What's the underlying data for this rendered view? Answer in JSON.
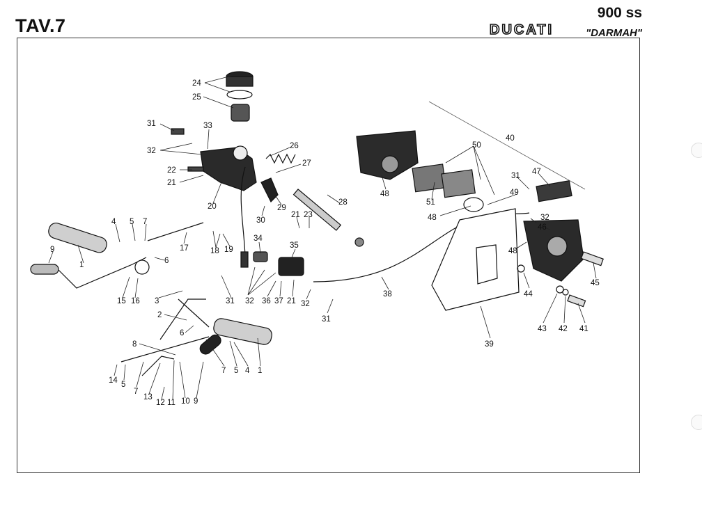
{
  "sheet": {
    "title": "TAV.7",
    "model_number": "900 ss",
    "brand": "DUCATI",
    "model_name": "\"DARMAH\""
  },
  "callouts": [
    {
      "id": "c24",
      "text": "24"
    },
    {
      "id": "c25",
      "text": "25"
    },
    {
      "id": "c31a",
      "text": "31"
    },
    {
      "id": "c33",
      "text": "33"
    },
    {
      "id": "c32a",
      "text": "32"
    },
    {
      "id": "c26",
      "text": "26"
    },
    {
      "id": "c27",
      "text": "27"
    },
    {
      "id": "c22",
      "text": "22"
    },
    {
      "id": "c21a",
      "text": "21"
    },
    {
      "id": "c20",
      "text": "20"
    },
    {
      "id": "c29",
      "text": "29"
    },
    {
      "id": "c21b",
      "text": "21"
    },
    {
      "id": "c23",
      "text": "23"
    },
    {
      "id": "c28",
      "text": "28"
    },
    {
      "id": "c30",
      "text": "30"
    },
    {
      "id": "c4a",
      "text": "4"
    },
    {
      "id": "c5a",
      "text": "5"
    },
    {
      "id": "c7a",
      "text": "7"
    },
    {
      "id": "c17",
      "text": "17"
    },
    {
      "id": "c18",
      "text": "18"
    },
    {
      "id": "c19",
      "text": "19"
    },
    {
      "id": "c9a",
      "text": "9"
    },
    {
      "id": "c1a",
      "text": "1"
    },
    {
      "id": "c6a",
      "text": "6"
    },
    {
      "id": "c15",
      "text": "15"
    },
    {
      "id": "c16",
      "text": "16"
    },
    {
      "id": "c3",
      "text": "3"
    },
    {
      "id": "c34",
      "text": "34"
    },
    {
      "id": "c35",
      "text": "35"
    },
    {
      "id": "c31b",
      "text": "31"
    },
    {
      "id": "c32b",
      "text": "32"
    },
    {
      "id": "c36",
      "text": "36"
    },
    {
      "id": "c37",
      "text": "37"
    },
    {
      "id": "c21c",
      "text": "21"
    },
    {
      "id": "c32c",
      "text": "32"
    },
    {
      "id": "c31c",
      "text": "31"
    },
    {
      "id": "c38",
      "text": "38"
    },
    {
      "id": "c2",
      "text": "2"
    },
    {
      "id": "c6b",
      "text": "6"
    },
    {
      "id": "c8",
      "text": "8"
    },
    {
      "id": "c7b",
      "text": "7"
    },
    {
      "id": "c5b",
      "text": "5"
    },
    {
      "id": "c4b",
      "text": "4"
    },
    {
      "id": "c1b",
      "text": "1"
    },
    {
      "id": "c14",
      "text": "14"
    },
    {
      "id": "c5c",
      "text": "5"
    },
    {
      "id": "c7c",
      "text": "7"
    },
    {
      "id": "c13",
      "text": "13"
    },
    {
      "id": "c12",
      "text": "12"
    },
    {
      "id": "c11",
      "text": "11"
    },
    {
      "id": "c10",
      "text": "10"
    },
    {
      "id": "c9b",
      "text": "9"
    },
    {
      "id": "c50",
      "text": "50"
    },
    {
      "id": "c40",
      "text": "40"
    },
    {
      "id": "c48a",
      "text": "48"
    },
    {
      "id": "c51",
      "text": "51"
    },
    {
      "id": "c31d",
      "text": "31"
    },
    {
      "id": "c47",
      "text": "47"
    },
    {
      "id": "c49",
      "text": "49"
    },
    {
      "id": "c48b",
      "text": "48"
    },
    {
      "id": "c32d",
      "text": "32"
    },
    {
      "id": "c46",
      "text": "46"
    },
    {
      "id": "c48c",
      "text": "48"
    },
    {
      "id": "c45",
      "text": "45"
    },
    {
      "id": "c44",
      "text": "44"
    },
    {
      "id": "c43",
      "text": "43"
    },
    {
      "id": "c42",
      "text": "42"
    },
    {
      "id": "c41",
      "text": "41"
    },
    {
      "id": "c39",
      "text": "39"
    }
  ]
}
